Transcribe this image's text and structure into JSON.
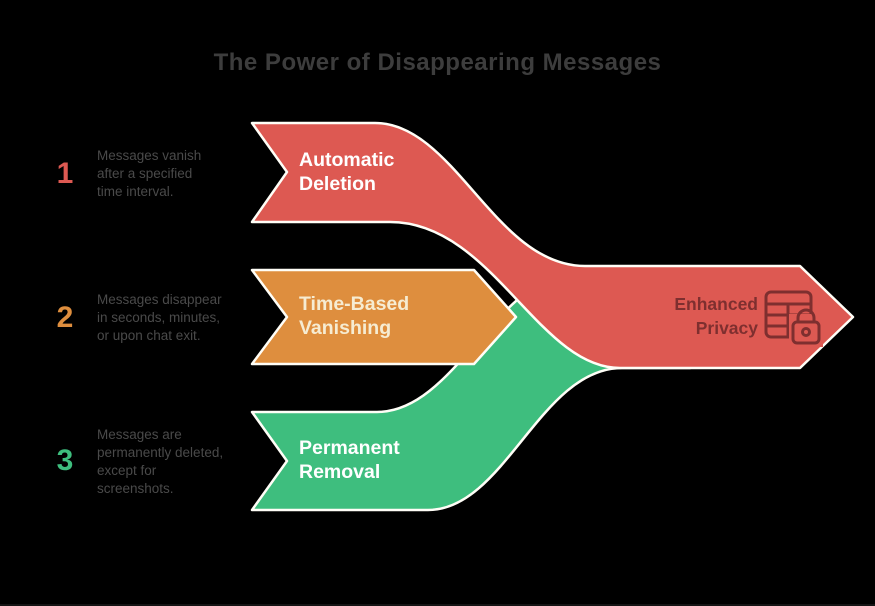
{
  "title": "The Power of Disappearing Messages",
  "colors": {
    "background": "#000000",
    "title": "#3d3d3d",
    "description": "#4a4a4a",
    "stroke": "#fffef7",
    "red": "#dd5952",
    "orange": "#de8e3e",
    "green": "#3ebe7e",
    "label_light": "#ffffff",
    "label_cream": "#f6ecd2",
    "output_text": "#7e2f2f"
  },
  "steps": [
    {
      "number": "1",
      "description": "Messages vanish\nafter a specified\ntime interval.",
      "label": "Automatic\nDeletion"
    },
    {
      "number": "2",
      "description": "Messages disappear\nin seconds, minutes,\nor upon chat exit.",
      "label": "Time-Based\nVanishing"
    },
    {
      "number": "3",
      "description": "Messages are\npermanently deleted,\nexcept for\nscreenshots.",
      "label": "Permanent\nRemoval"
    }
  ],
  "output": {
    "label": "Enhanced\nPrivacy",
    "icon": "table-lock-icon"
  }
}
